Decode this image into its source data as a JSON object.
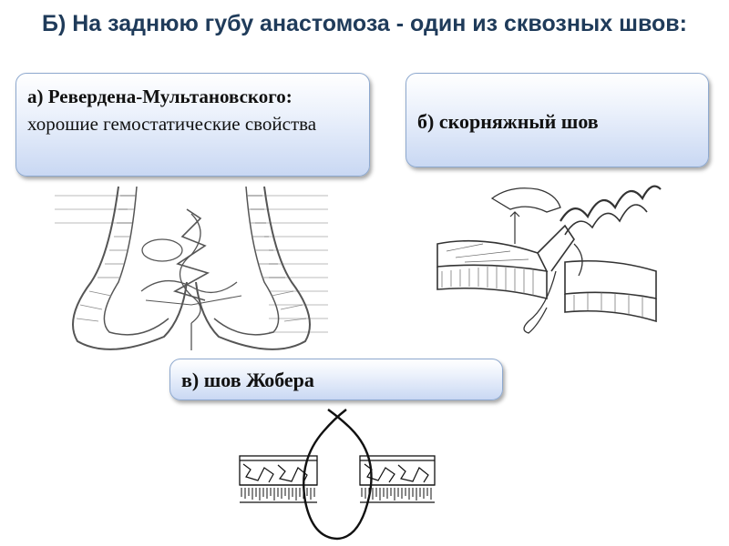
{
  "slide": {
    "title": "Б) На заднюю губу анастомоза - один из сквозных швов:"
  },
  "box_a": {
    "name": "а) Ревердена-Мультановского:",
    "description": "хорошие гемостатические свойства"
  },
  "box_b": {
    "label": "б) скорняжный шов"
  },
  "box_c": {
    "label": "в) шов  Жобера"
  }
}
